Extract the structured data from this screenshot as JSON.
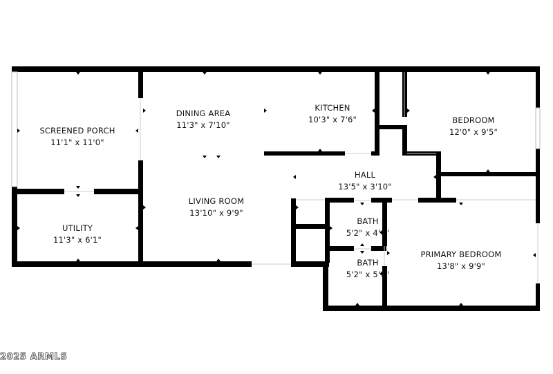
{
  "rooms": [
    {
      "id": "screened-porch",
      "name": "SCREENED PORCH",
      "dims": "11'1\" x 11'0\""
    },
    {
      "id": "dining-area",
      "name": "DINING AREA",
      "dims": "11'3\" x 7'10\""
    },
    {
      "id": "kitchen",
      "name": "KITCHEN",
      "dims": "10'3\" x 7'6\""
    },
    {
      "id": "bedroom",
      "name": "BEDROOM",
      "dims": "12'0\" x 9'5\""
    },
    {
      "id": "hall",
      "name": "HALL",
      "dims": "13'5\" x 3'10\""
    },
    {
      "id": "living-room",
      "name": "LIVING ROOM",
      "dims": "13'10\" x 9'9\""
    },
    {
      "id": "utility",
      "name": "UTILITY",
      "dims": "11'3\" x 6'1\""
    },
    {
      "id": "bath-1",
      "name": "BATH",
      "dims": "5'2\" x 4'4\""
    },
    {
      "id": "bath-2",
      "name": "BATH",
      "dims": "5'2\" x 5'1\""
    },
    {
      "id": "primary-bedroom",
      "name": "PRIMARY BEDROOM",
      "dims": "13'8\" x 9'9\""
    }
  ],
  "copyright": "2025 ARMLS",
  "colors": {
    "wall": "#000000",
    "window": "#cccccc",
    "background": "#ffffff"
  }
}
